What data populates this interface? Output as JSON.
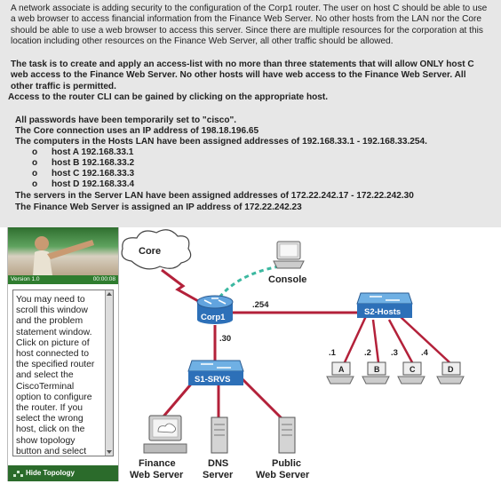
{
  "problem": {
    "para1": "A network associate is adding security to the configuration of the Corp1 router. The user on host C should be able to use a web browser to access financial information from the Finance Web Server. No other hosts from the LAN nor the Core should be able to use a web browser to access this server. Since there are multiple resources for the corporation at this location including other resources on the Finance Web Server, all other traffic should be allowed.",
    "task": "The task is to create and apply an access-list with no more than three statements that will allow ONLY host C  web access to the Finance Web Server. No other hosts will have web access to the Finance Web Server.  All other traffic is permitted.",
    "cli": "Access to the router CLI can be gained by clicking on the appropriate host.",
    "passwords": "All passwords have been temporarily set to \"cisco\".",
    "core_ip": "The Core connection uses an IP address of 198.18.196.65",
    "hosts_lan": "The computers in the Hosts LAN have been assigned addresses of 192.168.33.1  - 192.168.33.254.",
    "bullets": [
      {
        "mark": "o",
        "text": "host A 192.168.33.1"
      },
      {
        "mark": "o",
        "text": "host B 192.168.33.2"
      },
      {
        "mark": "o",
        "text": "host C 192.168.33.3"
      },
      {
        "mark": "o",
        "text": "host D 192.168.33.4"
      }
    ],
    "servers_lan": "The servers in the Server LAN have been assigned addresses of 172.22.242.17  - 172.22.242.30",
    "finance_ip": "The Finance Web Server is assigned an IP address of 172.22.242.23"
  },
  "left_panel": {
    "version": "Version 1.0",
    "timer": "00:00:08",
    "help_text": "You may need to scroll this window and the problem statement window. Click on picture of host connected to the specified router and select the CiscoTerminal option to configure the router. If you select the wrong host, click on the show topology button and select",
    "hide_topology": "Hide Topology"
  },
  "topology": {
    "core": "Core",
    "console": "Console",
    "corp1": "Corp1",
    "corp1_ip_right": ".254",
    "corp1_ip_down": ".30",
    "s2_hosts": "S2-Hosts",
    "s1_srvs": "S1-SRVS",
    "hosts": [
      {
        "label": "A",
        "ip": ".1"
      },
      {
        "label": "B",
        "ip": ".2"
      },
      {
        "label": "C",
        "ip": ".3"
      },
      {
        "label": "D",
        "ip": ".4"
      }
    ],
    "finance_line1": "Finance",
    "finance_line2": "Web Server",
    "dns_line1": "DNS",
    "dns_line2": "Server",
    "public_line1": "Public",
    "public_line2": "Web Server"
  }
}
